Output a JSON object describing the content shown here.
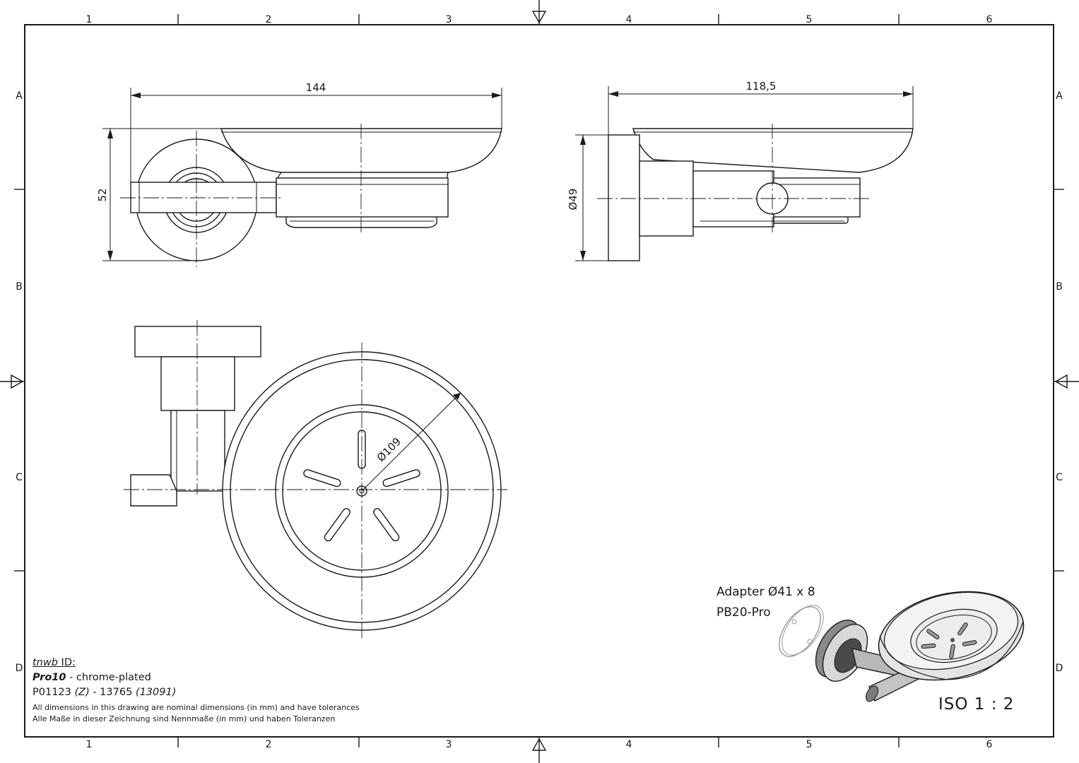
{
  "frame": {
    "columns": [
      "1",
      "2",
      "3",
      "4",
      "5",
      "6"
    ],
    "rows": [
      "A",
      "B",
      "C",
      "D"
    ]
  },
  "dimensions": {
    "front_width": "144",
    "front_height": "52",
    "side_width": "118,5",
    "side_diameter": "Ø49",
    "top_diameter": "Ø109"
  },
  "adapter": {
    "line1": "Adapter Ø41 x 8",
    "line2": "PB20-Pro"
  },
  "scale": "ISO 1 : 2",
  "title_block": {
    "brand": "tnwb",
    "id_label": " ID:",
    "product": "Pro10",
    "finish": " - chrome-plated",
    "code_prefix": "P01123 ",
    "code_z": "(Z)",
    "code_mid": " - 13765 ",
    "code_alt": "(13091)",
    "note_en": "All dimensions in this drawing are nominal dimensions (in mm) and have tolerances",
    "note_de": "Alle Maße in dieser Zeichnung sind Nennmaße (in mm) und haben Toleranzen"
  }
}
